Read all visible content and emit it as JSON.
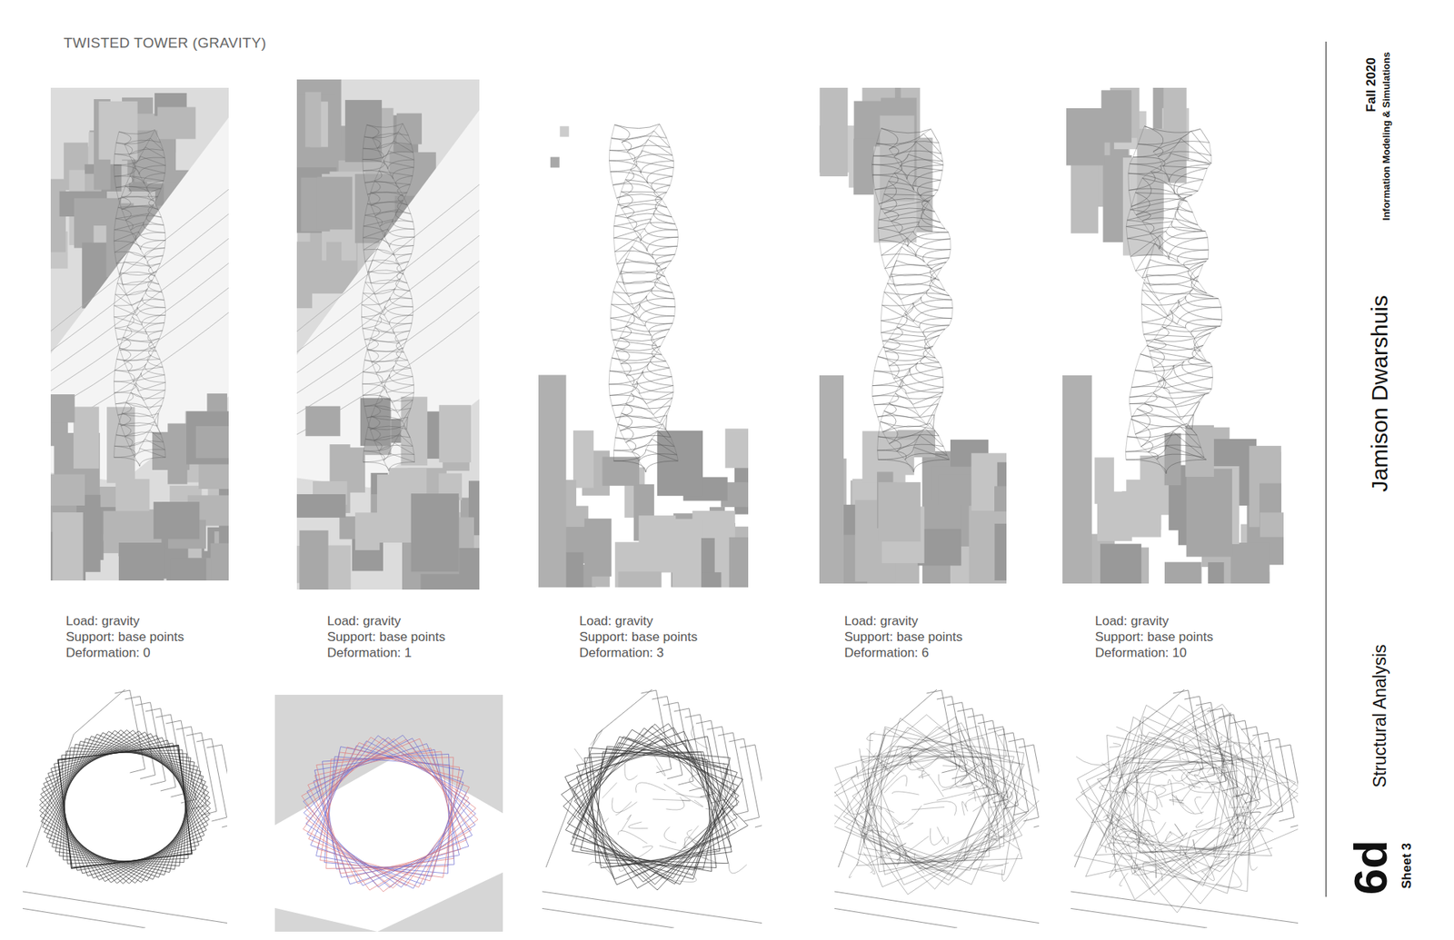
{
  "diagram": {
    "title": "TWISTED TOWER (GRAVITY)",
    "labels": [
      "Load: gravity",
      "Support: base points",
      "Deformation: 0",
      "Load: gravity",
      "Support: base points",
      "Deformation: 1",
      "Load: gravity",
      "Support: base points",
      "Deformation: 3",
      "Load: gravity",
      "Support: base points",
      "Deformation: 6",
      "Load: gravity",
      "Support: base points",
      "Deformation: 10",
      "Fall 2020",
      "Information Modeling & Simulations",
      "Jamison Dwarshuis",
      "Structural Analysis",
      "6d",
      "Sheet 3"
    ]
  }
}
